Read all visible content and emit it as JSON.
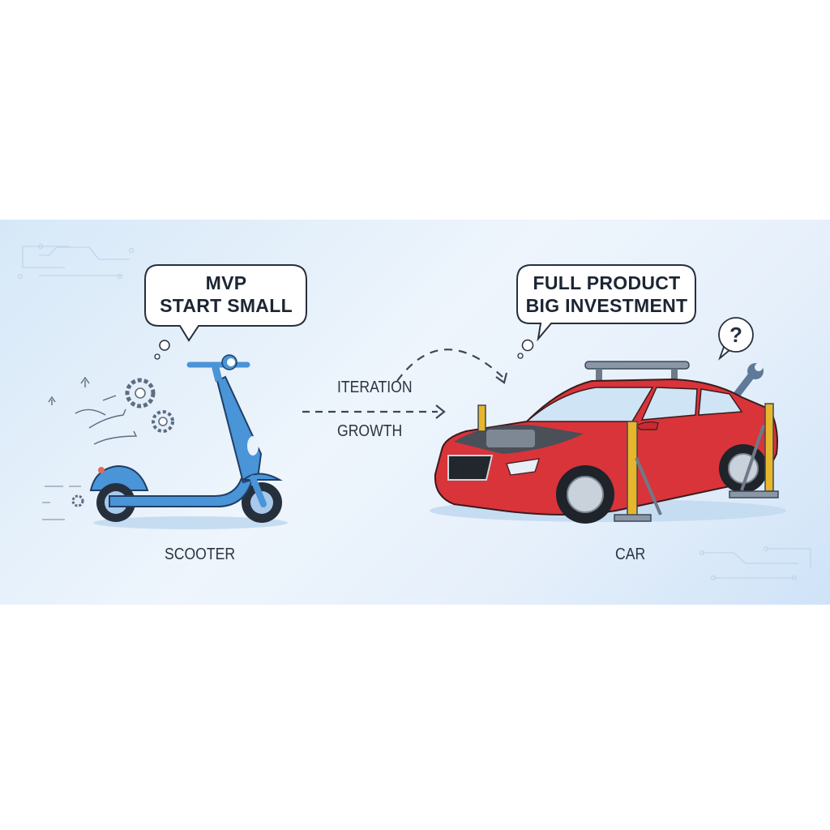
{
  "left": {
    "bubble_lines": [
      "MVP",
      "START SMALL"
    ],
    "caption": "SCOOTER",
    "vehicle_color": "#4a94d8"
  },
  "middle": {
    "top_label": "ITERATION",
    "bottom_label": "GROWTH"
  },
  "right": {
    "bubble_lines": [
      "FULL PRODUCT",
      "BIG INVESTMENT"
    ],
    "caption": "CAR",
    "vehicle_color": "#d8343a",
    "question_icon": "?"
  },
  "colors": {
    "ink": "#1c2533",
    "background": "#e6f0fb",
    "stand": "#e8b62a"
  }
}
